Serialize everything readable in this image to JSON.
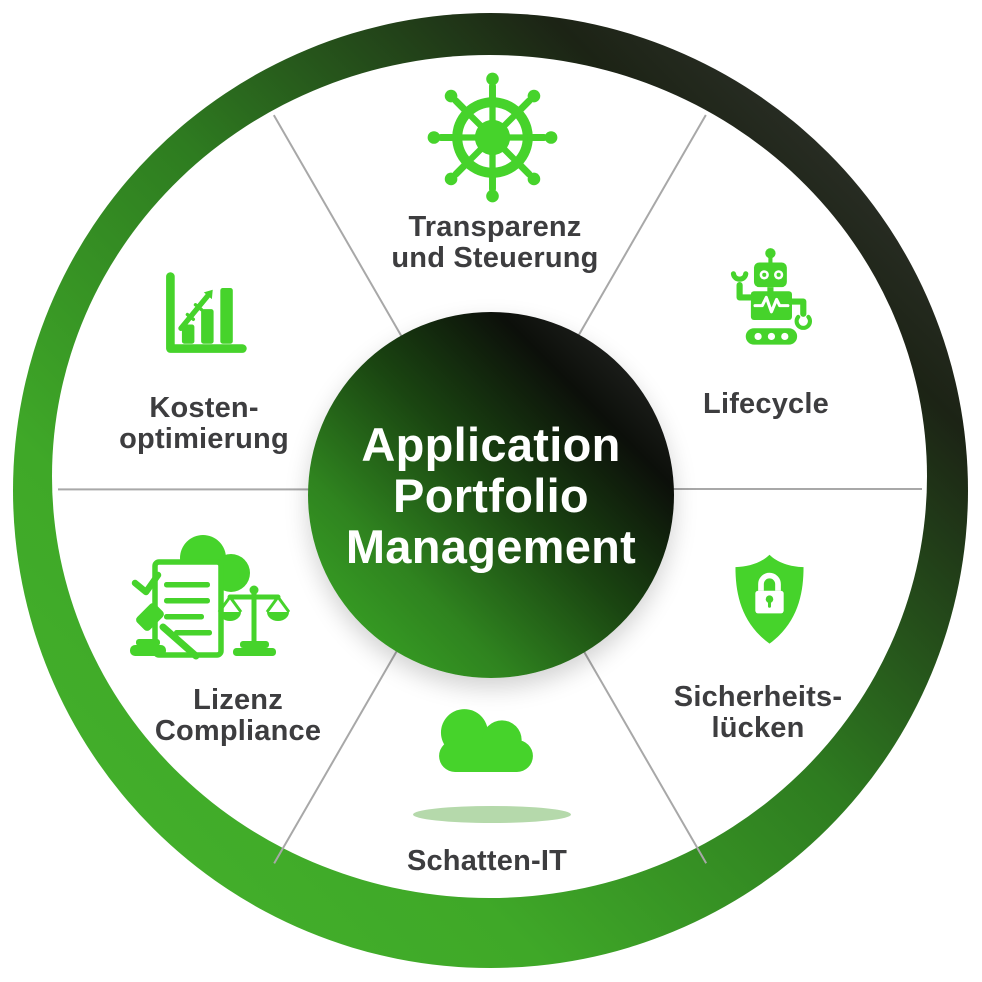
{
  "center": {
    "line1": "Application",
    "line2": "Portfolio",
    "line3": "Management"
  },
  "segments": {
    "transparenz": {
      "icon": "helm-icon",
      "line1": "Transparenz",
      "line2": "und Steuerung"
    },
    "lifecycle": {
      "icon": "robot-icon",
      "line1": "Lifecycle"
    },
    "sicherheitsluecken": {
      "icon": "shield-lock-icon",
      "line1": "Sicherheits-",
      "line2": "lücken"
    },
    "schatten_it": {
      "icon": "cloud-icon",
      "line1": "Schatten-IT"
    },
    "lizenz_compliance": {
      "icon": "legal-compliance-icon",
      "line1": "Lizenz",
      "line2": "Compliance"
    },
    "kostenoptimierung": {
      "icon": "bar-chart-growth-icon",
      "line1": "Kosten-",
      "line2": "optimierung"
    }
  },
  "colors": {
    "background": "#ffffff",
    "icon_green": "#46d32b",
    "ring_green_bright": "#45b42c",
    "ring_dark": "#1c2315",
    "ring_gray": "#3e3e3e",
    "center_green": "#3cb027",
    "center_black": "#0c0f0a",
    "center_text": "#ffffff",
    "label_text": "#3d3d3f",
    "divider_gray": "#a8a8a8",
    "cloud_shadow": "#b5d9ab"
  }
}
